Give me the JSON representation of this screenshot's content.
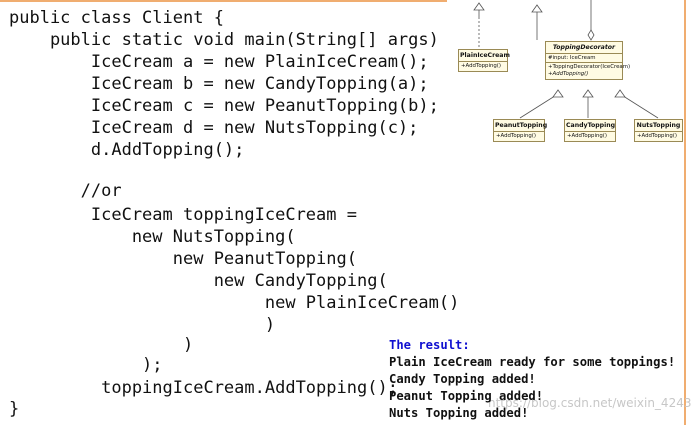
{
  "code": {
    "lines": [
      "public class Client {",
      "    public static void main(String[] args) {",
      "        IceCream a = new PlainIceCream();",
      "        IceCream b = new CandyTopping(a);",
      "        IceCream c = new PeanutTopping(b);",
      "        IceCream d = new NutsTopping(c);",
      "        d.AddTopping();",
      "",
      "       //or",
      "        IceCream toppingIceCream =",
      "            new NutsTopping(",
      "                new PeanutTopping(",
      "                    new CandyTopping(",
      "                         new PlainIceCream()",
      "                         )",
      "                 )",
      "             );",
      "         toppingIceCream.AddTopping();",
      "}"
    ]
  },
  "result": {
    "heading": "The result:",
    "lines": [
      "Plain IceCream ready for some toppings!",
      "Candy Topping added!",
      "Peanut Topping added!",
      "Nuts Topping added!"
    ]
  },
  "watermark": "https://blog.csdn.net/weixin_42431268",
  "uml": {
    "plain": {
      "name": "PlainIceCream",
      "methods": [
        "+AddTopping()"
      ]
    },
    "decorator": {
      "name": "ToppingDecorator",
      "field": "#input: IceCream",
      "methods": [
        "+ToppingDecorator(IceCream)",
        "+AddTopping()"
      ]
    },
    "peanut": {
      "name": "PeanutTopping",
      "methods": [
        "+AddTopping()"
      ]
    },
    "candy": {
      "name": "CandyTopping",
      "methods": [
        "+AddTopping()"
      ]
    },
    "nuts": {
      "name": "NutsTopping",
      "methods": [
        "+AddTopping()"
      ]
    }
  },
  "colors": {
    "frame": "#f0ad70",
    "result_heading": "#1010d0",
    "uml_fill": "#fffbe3",
    "uml_border": "#9a8a55"
  }
}
